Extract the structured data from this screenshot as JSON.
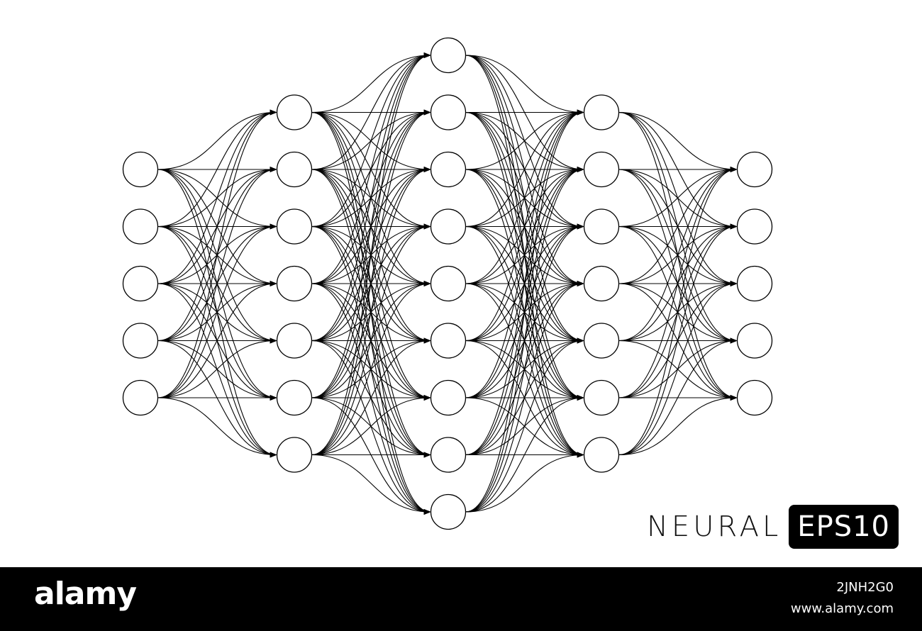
{
  "diagram": {
    "layers": [
      {
        "nodes": 5
      },
      {
        "nodes": 7
      },
      {
        "nodes": 9
      },
      {
        "nodes": 7
      },
      {
        "nodes": 5
      }
    ],
    "connection": "fully-connected",
    "edge_style": "curved-arrow",
    "colors": {
      "stroke": "#000000",
      "node_fill": "#ffffff",
      "background": "#ffffff"
    }
  },
  "title": {
    "word": "NEURAL",
    "badge": "EPS10"
  },
  "footer": {
    "logo": "alamy",
    "image_id": "2JNH2G0",
    "site": "www.alamy.com",
    "colors": {
      "background": "#000000",
      "text": "#ffffff"
    }
  }
}
